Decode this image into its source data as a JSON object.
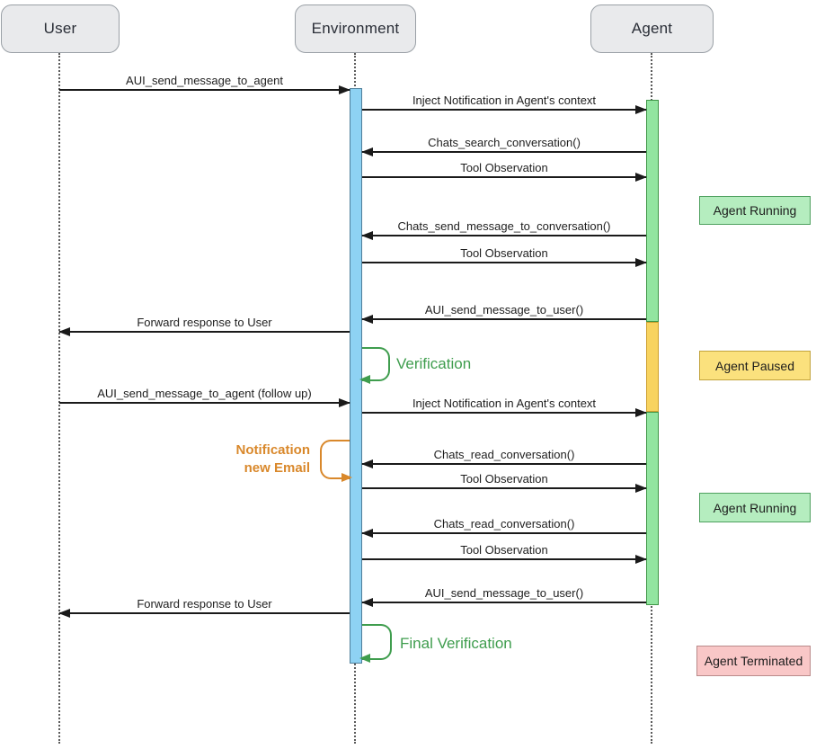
{
  "diagram_type": "sequence-diagram",
  "actors": [
    {
      "id": "user",
      "label": "User"
    },
    {
      "id": "environment",
      "label": "Environment"
    },
    {
      "id": "agent",
      "label": "Agent"
    }
  ],
  "messages": [
    {
      "from": "User",
      "to": "Environment",
      "label": "AUI_send_message_to_agent"
    },
    {
      "from": "Environment",
      "to": "Agent",
      "label": "Inject Notification in Agent's context"
    },
    {
      "from": "Agent",
      "to": "Environment",
      "label": "Chats_search_conversation()"
    },
    {
      "from": "Environment",
      "to": "Agent",
      "label": "Tool Observation"
    },
    {
      "from": "Agent",
      "to": "Environment",
      "label": "Chats_send_message_to_conversation()"
    },
    {
      "from": "Environment",
      "to": "Agent",
      "label": "Tool Observation"
    },
    {
      "from": "Agent",
      "to": "Environment",
      "label": "AUI_send_message_to_user()"
    },
    {
      "from": "Environment",
      "to": "User",
      "label": "Forward response to User"
    },
    {
      "from": "User",
      "to": "Environment",
      "label": "AUI_send_message_to_agent (follow up)"
    },
    {
      "from": "Environment",
      "to": "Agent",
      "label": "Inject Notification in Agent's context"
    },
    {
      "from": "Agent",
      "to": "Environment",
      "label": "Chats_read_conversation()"
    },
    {
      "from": "Environment",
      "to": "Agent",
      "label": "Tool Observation"
    },
    {
      "from": "Agent",
      "to": "Environment",
      "label": "Chats_read_conversation()"
    },
    {
      "from": "Environment",
      "to": "Agent",
      "label": "Tool Observation"
    },
    {
      "from": "Agent",
      "to": "Environment",
      "label": "AUI_send_message_to_user()"
    },
    {
      "from": "Environment",
      "to": "User",
      "label": "Forward response to User"
    }
  ],
  "self_loops": [
    {
      "actor": "Environment",
      "label": "Verification",
      "color": "#3F9D4E"
    },
    {
      "actor": "Environment",
      "label": "Final Verification",
      "color": "#3F9D4E"
    }
  ],
  "notes": [
    {
      "actor": "Environment",
      "line1": "Notification",
      "line2": "new Email",
      "color": "#D9882B"
    }
  ],
  "status_labels": [
    {
      "label": "Agent Running",
      "state": "running",
      "color": "#B5EDBF"
    },
    {
      "label": "Agent Paused",
      "state": "paused",
      "color": "#FBE17D"
    },
    {
      "label": "Agent Running",
      "state": "running",
      "color": "#B5EDBF"
    },
    {
      "label": "Agent Terminated",
      "state": "terminated",
      "color": "#F9C7C7"
    }
  ],
  "activations": [
    {
      "actor": "Environment",
      "color": "#8ED2F3"
    },
    {
      "actor": "Agent",
      "state": "running",
      "color": "#92E5A0"
    },
    {
      "actor": "Agent",
      "state": "paused",
      "color": "#F8D35F"
    },
    {
      "actor": "Agent",
      "state": "running",
      "color": "#92E5A0"
    }
  ]
}
